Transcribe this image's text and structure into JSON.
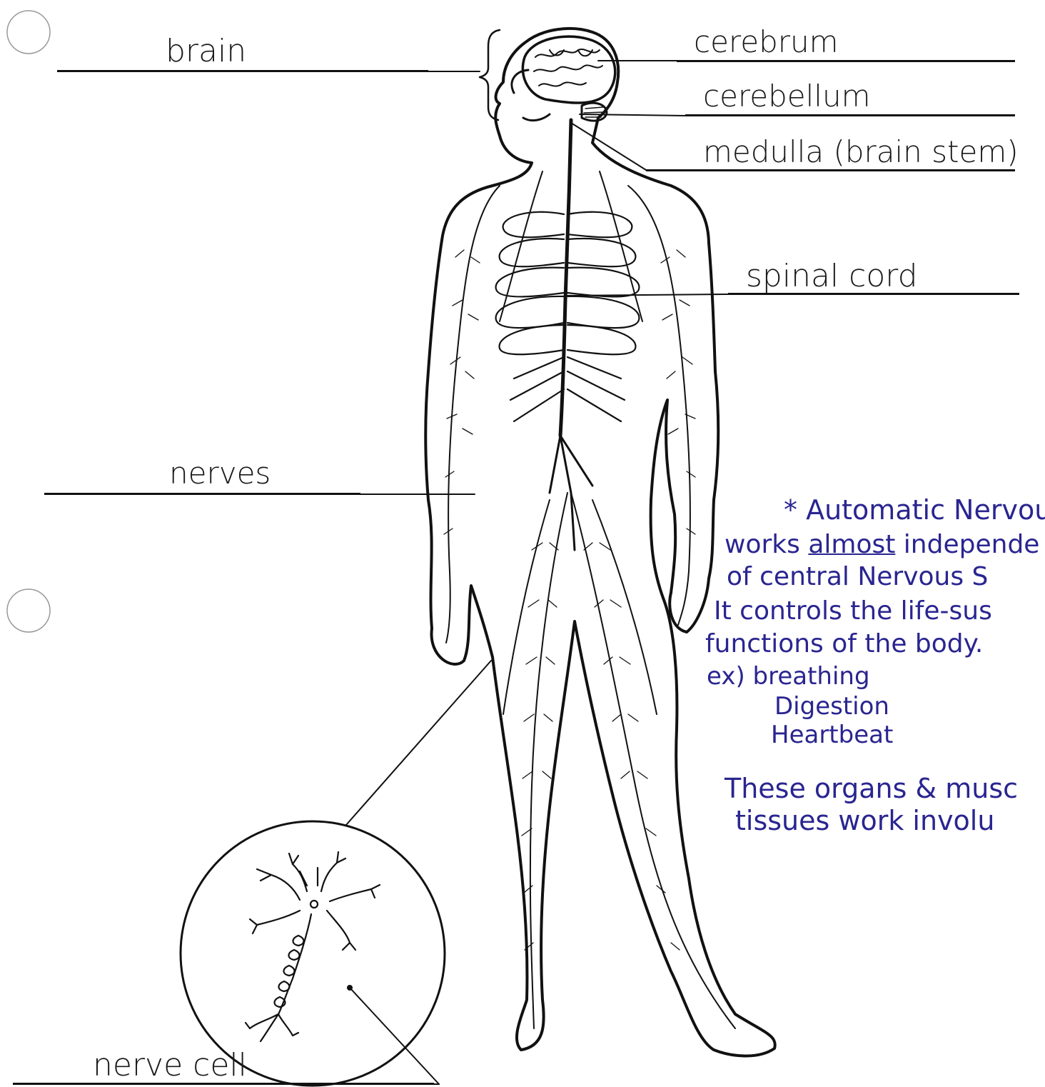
{
  "labels": {
    "brain": "brain",
    "cerebrum": "cerebrum",
    "cerebellum": "cerebellum",
    "medulla": "medulla (brain stem)",
    "spinal_cord": "spinal cord",
    "nerves": "nerves",
    "nerve_cell": "nerve cell"
  },
  "note": {
    "line1": "* Automatic Nervous",
    "line2_pre": "works ",
    "line2_u": "almost",
    "line2_post": " independe",
    "line3": "of central Nervous S",
    "line4": "It controls the life-sus",
    "line5": "functions of the body.",
    "line6": "ex) breathing",
    "line7": "Digestion",
    "line8": "Heartbeat",
    "line9": "These organs & musc",
    "line10": "tissues work involu"
  },
  "colors": {
    "ink": "#111111",
    "note_ink": "#2a2590"
  }
}
